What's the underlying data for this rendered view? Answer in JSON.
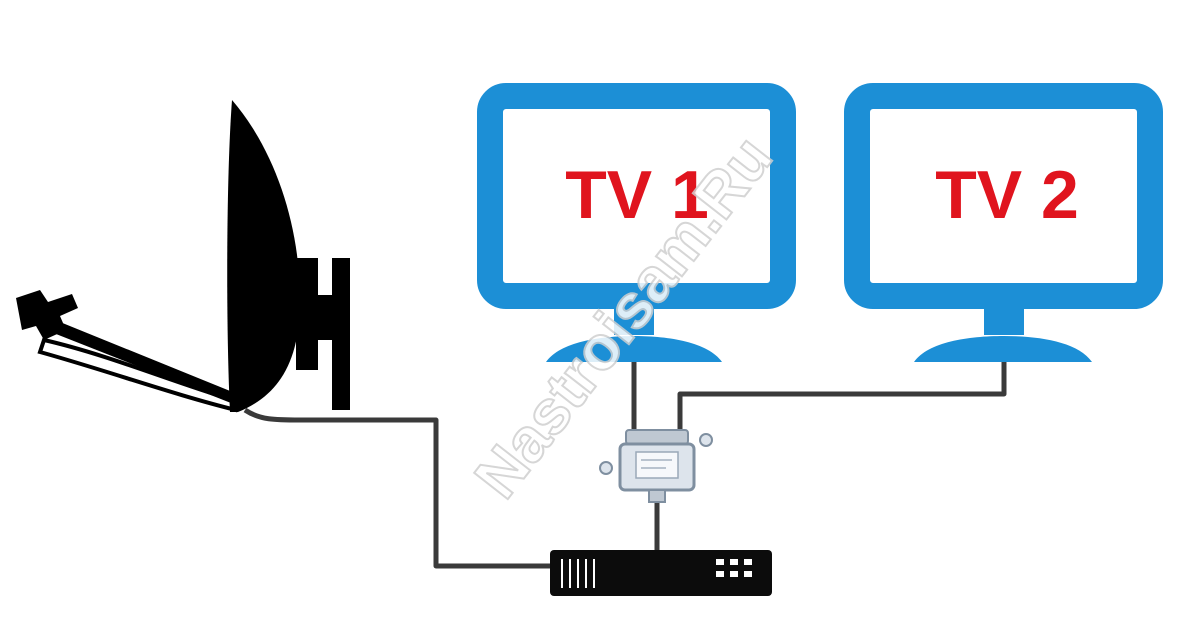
{
  "tv1": {
    "label": "TV 1"
  },
  "tv2": {
    "label": "TV 2"
  },
  "watermark": {
    "text": "Nastroisam.Ru"
  },
  "colors": {
    "tv_frame": "#1c8fd6",
    "tv_label": "#e0141e",
    "cable": "#3a3a3a",
    "dish": "#000000",
    "splitter": "#7f8fa0"
  }
}
